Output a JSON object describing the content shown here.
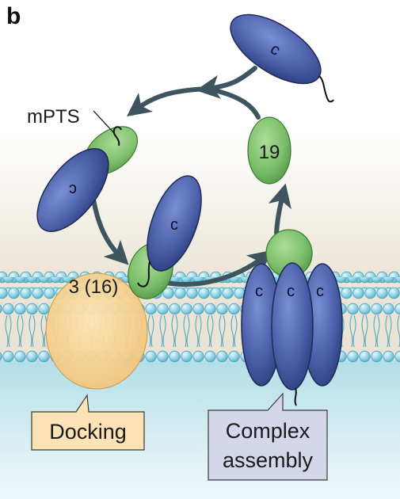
{
  "panel_label": "b",
  "labels": {
    "mpts": "mPTS",
    "pex19": "19",
    "receptor": "3 (16)",
    "cargo_letter": "c"
  },
  "callouts": {
    "docking": "Docking",
    "complex_line1": "Complex",
    "complex_line2": "assembly"
  },
  "colors": {
    "protein_blue": "#4a5ea8",
    "pex19_green": "#7cbf6a",
    "pex3_orange": "#f6cf8a",
    "lipid_head": "#8fd3e6",
    "arrow": "#3e5560",
    "docking_box": "#fbe3b5",
    "complex_box": "#d4d6ea"
  }
}
